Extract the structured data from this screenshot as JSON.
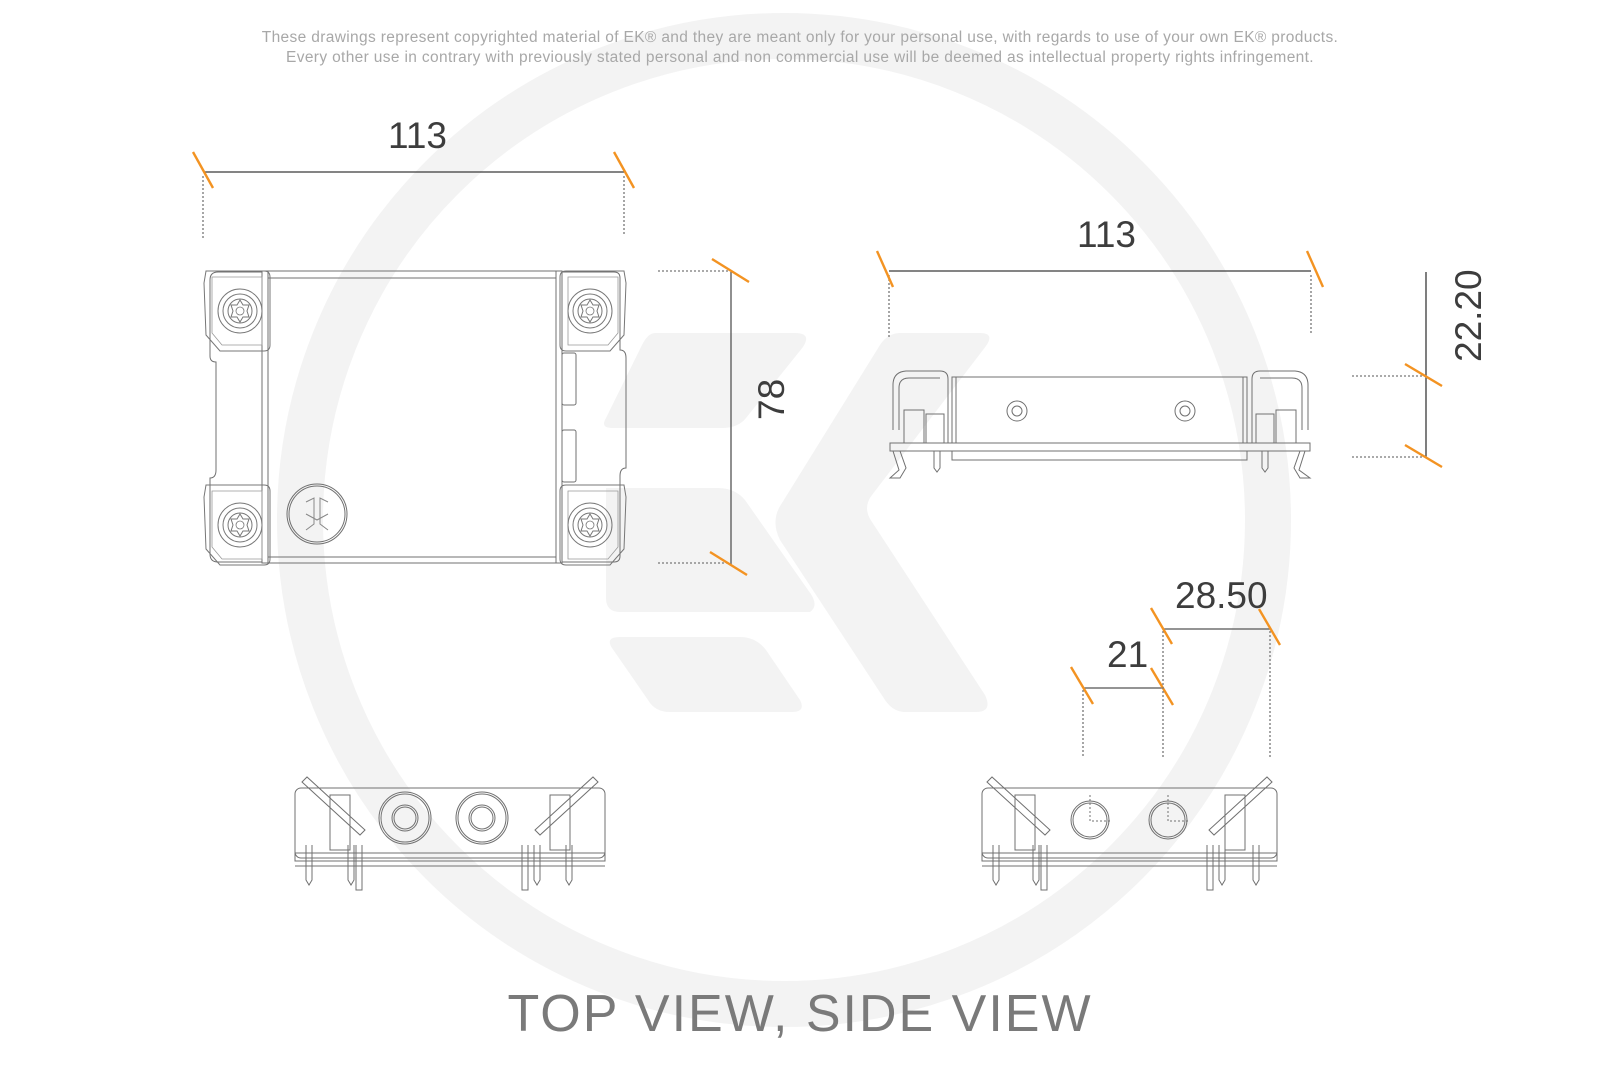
{
  "disclaimer": {
    "line1": "These drawings represent copyrighted material of EK® and they are meant only for your personal use, with regards to use of  your own EK® products.",
    "line2": "Every other use in contrary with previously stated personal and non commercial use will be deemed as intellectual property rights infringement."
  },
  "watermark": {
    "brand": "EK",
    "color": "#f3f3f3"
  },
  "colors": {
    "dimension_tick": "#f39322",
    "line": "#3a3a3a",
    "part_outline": "#6e6e6e",
    "title": "#7a7a7a"
  },
  "views": {
    "top_view": {
      "width_dim": "113",
      "height_dim": "78"
    },
    "front_view": {
      "width_dim": "113",
      "height_dim": "22.20"
    },
    "side_view_left": {},
    "side_view_right": {
      "port_offset_dim": "21",
      "port_spacing_dim": "28.50"
    }
  },
  "footer": {
    "title": "TOP VIEW, SIDE VIEW"
  }
}
